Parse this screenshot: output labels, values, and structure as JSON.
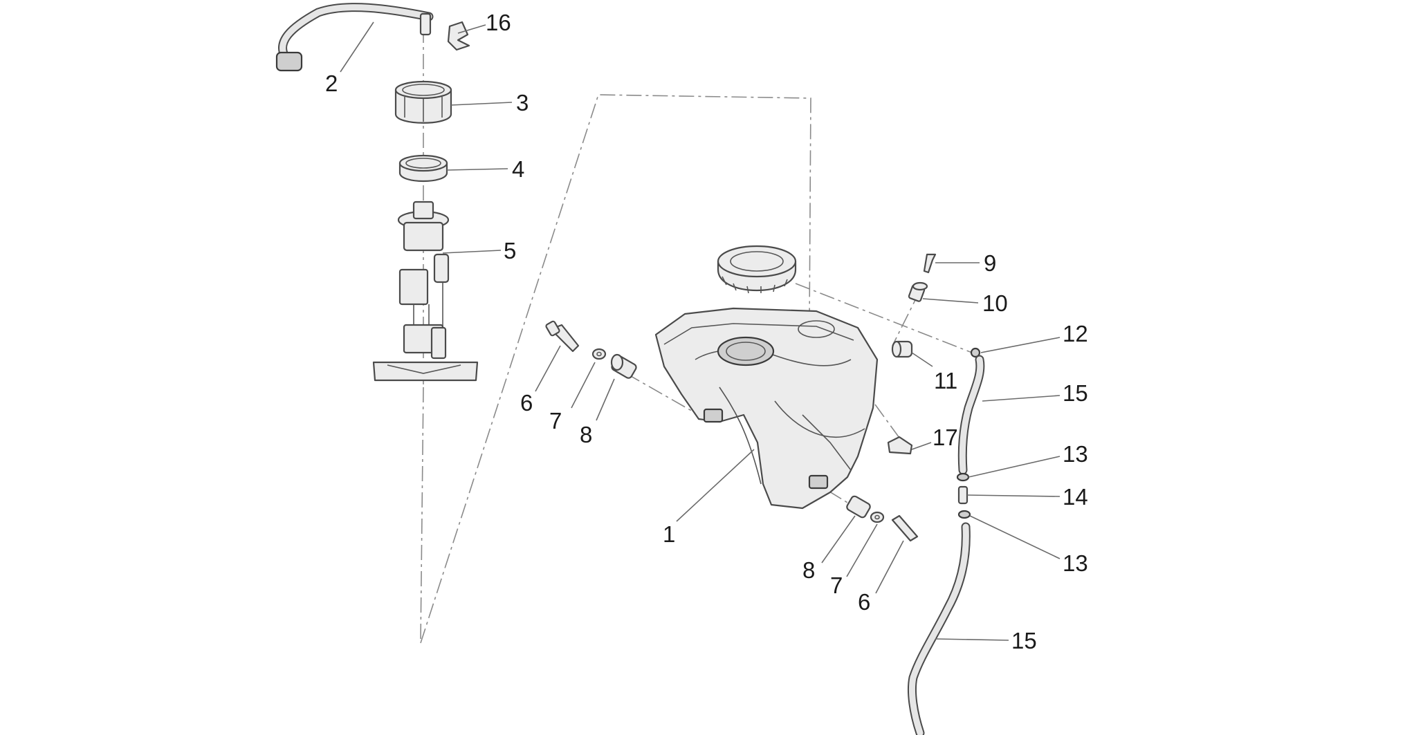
{
  "callouts": [
    {
      "id": "c16",
      "text": "16"
    },
    {
      "id": "c2",
      "text": "2"
    },
    {
      "id": "c3",
      "text": "3"
    },
    {
      "id": "c4",
      "text": "4"
    },
    {
      "id": "c5",
      "text": "5"
    },
    {
      "id": "c9",
      "text": "9"
    },
    {
      "id": "c10",
      "text": "10"
    },
    {
      "id": "c12",
      "text": "12"
    },
    {
      "id": "c11",
      "text": "11"
    },
    {
      "id": "c15a",
      "text": "15"
    },
    {
      "id": "c6a",
      "text": "6"
    },
    {
      "id": "c7a",
      "text": "7"
    },
    {
      "id": "c8a",
      "text": "8"
    },
    {
      "id": "c17",
      "text": "17"
    },
    {
      "id": "c13a",
      "text": "13"
    },
    {
      "id": "c14",
      "text": "14"
    },
    {
      "id": "c1",
      "text": "1"
    },
    {
      "id": "c13b",
      "text": "13"
    },
    {
      "id": "c8b",
      "text": "8"
    },
    {
      "id": "c7b",
      "text": "7"
    },
    {
      "id": "c6b",
      "text": "6"
    },
    {
      "id": "c15b",
      "text": "15"
    }
  ],
  "colors": {
    "line": "#4a4a4a",
    "part_fill": "#ececec",
    "text": "#1a1a1a"
  }
}
